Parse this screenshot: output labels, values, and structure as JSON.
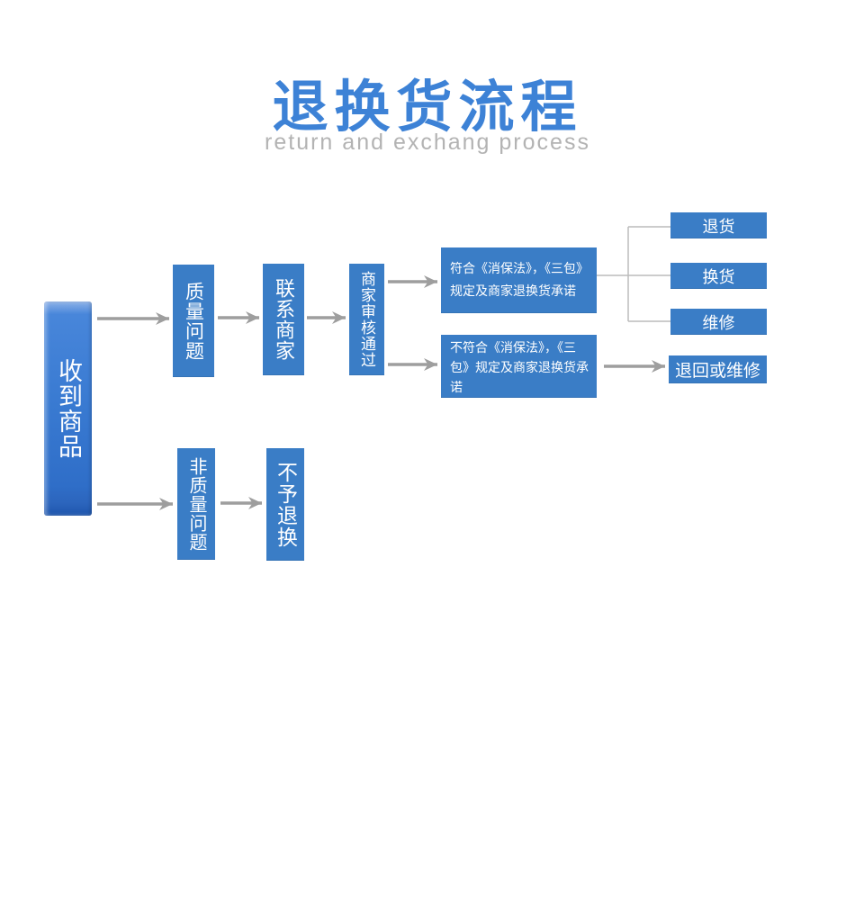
{
  "header": {
    "title": "退换货流程",
    "subtitle": "return  and exchang process"
  },
  "flow": {
    "start": "收到商品",
    "quality_issue": "质量问题",
    "contact_seller": "联系商家",
    "seller_review": "商家审核通过",
    "comply": "符合《消保法》，《三包》\n规定及商家退换货承诺",
    "not_comply": "不符合《消保法》，《三\n包》规定及商家退换货承\n诺",
    "return_goods": "退货",
    "exchange_goods": "换货",
    "repair": "维修",
    "return_or_repair": "退回或维修",
    "non_quality_issue": "非质量问题",
    "no_return": "不予退换"
  },
  "colors": {
    "node_blue": "#3a7dc6",
    "start_gradient_top": "#8db1e8",
    "start_gradient_bottom": "#1d55ac",
    "title_blue": "#3d82d6",
    "subtitle_gray": "#b3b3b3",
    "arrow_gray": "#9e9e9e",
    "fork_line_gray": "#bcbcbc",
    "node_text": "#ffffff"
  }
}
